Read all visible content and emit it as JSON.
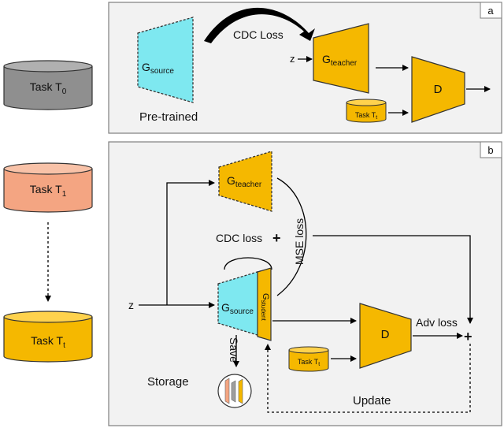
{
  "panel_a": {
    "tag": "a",
    "cdc_loss": "CDC Loss",
    "z": "z",
    "g_source": {
      "main": "G",
      "sub": "source"
    },
    "g_teacher": {
      "main": "G",
      "sub": "teacher"
    },
    "d": "D",
    "pretrained": "Pre-trained",
    "task_t": {
      "main": "Task T",
      "sub": "t"
    }
  },
  "panel_b": {
    "tag": "b",
    "g_teacher": {
      "main": "G",
      "sub": "teacher"
    },
    "g_source": {
      "main": "G",
      "sub": "source"
    },
    "g_student": {
      "main": "G",
      "sub": "student"
    },
    "d": "D",
    "cdc_loss": "CDC loss",
    "plus_mid": "+",
    "mse_loss": "MSE loss",
    "z": "z",
    "save": "Save",
    "storage": "Storage",
    "task_t": {
      "main": "Task T",
      "sub": "t"
    },
    "adv_loss": "Adv loss",
    "plus_right": "+",
    "update": "Update"
  },
  "tasks": [
    {
      "main": "Task T",
      "sub": "0"
    },
    {
      "main": "Task T",
      "sub": "1"
    },
    {
      "main": "Task T",
      "sub": "t"
    }
  ],
  "colors": {
    "orange": "#f5b800",
    "cyan": "#7ee8f0",
    "gray": "#8f8f8f",
    "salmon": "#f4a582",
    "panel_bg": "#f2f2f2",
    "panel_border": "#7f7f7f"
  }
}
